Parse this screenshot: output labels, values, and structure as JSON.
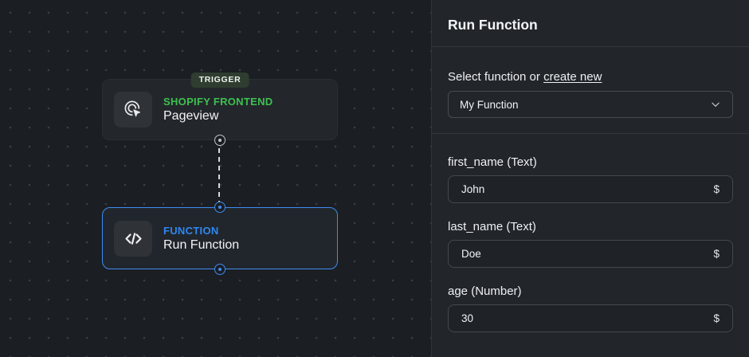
{
  "colors": {
    "canvas_bg": "#1b1e22",
    "panel_bg": "#22262b",
    "node_bg": "#23272c",
    "accent_green": "#3ec04e",
    "accent_blue": "#2f87f0",
    "badge_bg": "#2f3d30",
    "text_primary": "#f2f4f6"
  },
  "canvas": {
    "nodes": [
      {
        "badge": "TRIGGER",
        "kicker": "SHOPIFY FRONTEND",
        "title": "Pageview",
        "icon": "cursor-click-icon"
      },
      {
        "kicker": "FUNCTION",
        "title": "Run Function",
        "icon": "code-icon",
        "selected": true
      }
    ],
    "edge": {
      "style": "dashed",
      "from": "trigger-bottom-port",
      "to": "function-top-port"
    }
  },
  "panel": {
    "title": "Run Function",
    "select_label_prefix": "Select function or ",
    "create_new_link": "create new",
    "function_select": {
      "value": "My Function",
      "icon": "chevron-down-icon"
    },
    "fields": [
      {
        "label": "first_name (Text)",
        "value": "John",
        "suffix": "$"
      },
      {
        "label": "last_name (Text)",
        "value": "Doe",
        "suffix": "$"
      },
      {
        "label": "age (Number)",
        "value": "30",
        "suffix": "$"
      }
    ]
  }
}
